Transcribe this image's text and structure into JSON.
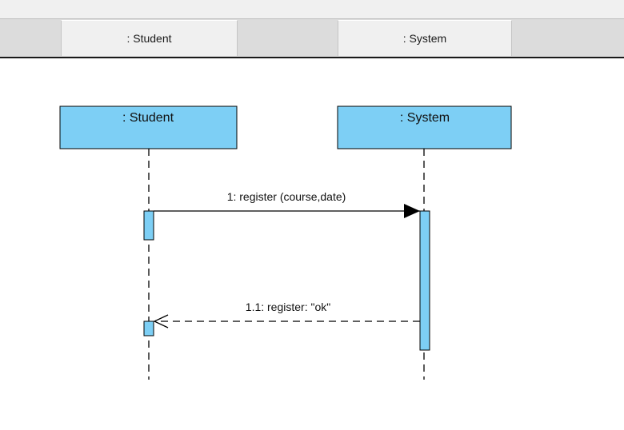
{
  "header": {
    "student_tab": ": Student",
    "system_tab": ": System"
  },
  "lifelines": [
    {
      "label": ": Student"
    },
    {
      "label": ": System"
    }
  ],
  "messages": [
    {
      "label": "1: register (course,date)",
      "kind": "synchronous"
    },
    {
      "label": "1.1: register: \"ok\"",
      "kind": "reply"
    }
  ],
  "colors": {
    "lifeline_fill": "#7dcff5",
    "activation_fill": "#7dcff5",
    "line": "#000000"
  }
}
